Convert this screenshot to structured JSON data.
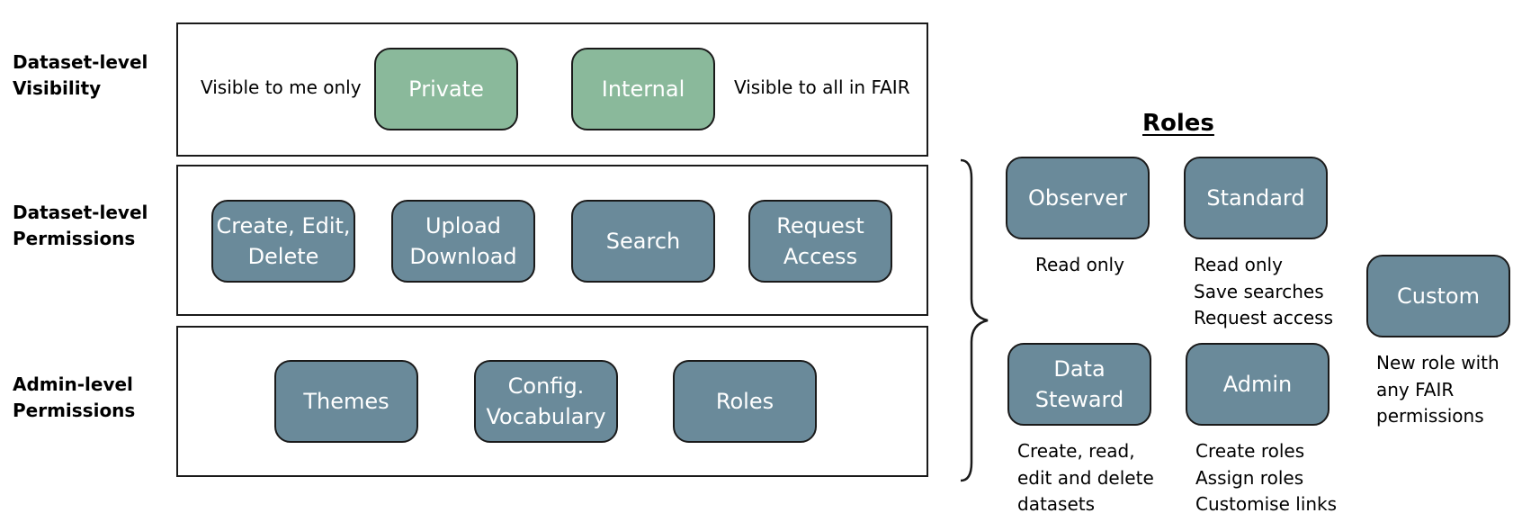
{
  "rows": [
    {
      "label": "Dataset-level\nVisibility"
    },
    {
      "label": "Dataset-level\nPermissions"
    },
    {
      "label": "Admin-level\nPermissions"
    }
  ],
  "visibility": {
    "private_note": "Visible to me only",
    "private_label": "Private",
    "internal_label": "Internal",
    "internal_note": "Visible to all in FAIR"
  },
  "dataset_permissions": [
    {
      "label": "Create, Edit,\nDelete"
    },
    {
      "label": "Upload\nDownload"
    },
    {
      "label": "Search"
    },
    {
      "label": "Request\nAccess"
    }
  ],
  "admin_permissions": [
    {
      "label": "Themes"
    },
    {
      "label": "Config.\nVocabulary"
    },
    {
      "label": "Roles"
    }
  ],
  "roles": {
    "title": "Roles",
    "items": [
      {
        "name": "Observer",
        "description": "Read only"
      },
      {
        "name": "Standard",
        "description": "Read only\nSave searches\nRequest access"
      },
      {
        "name": "Data\nSteward",
        "description": "Create, read,\nedit and delete\ndatasets"
      },
      {
        "name": "Admin",
        "description": "Create roles\nAssign roles\nCustomise links"
      },
      {
        "name": "Custom",
        "description": "New role with\nany FAIR\npermissions"
      }
    ]
  },
  "colors": {
    "visibility_fill": "#8ab99b",
    "permission_fill": "#6a8a9a",
    "outline": "#1a1a1a"
  }
}
